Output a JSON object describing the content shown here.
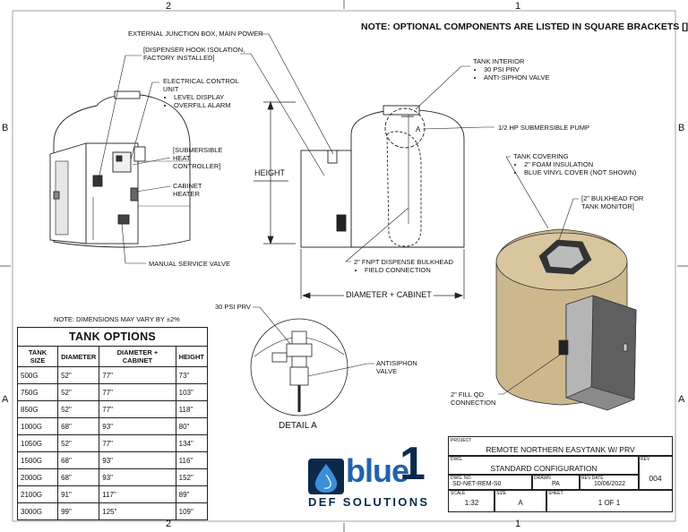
{
  "grid": {
    "top_left": "2",
    "top_right": "1",
    "bottom_left": "2",
    "bottom_right": "1",
    "left_upper": "B",
    "left_lower": "A",
    "right_upper": "B",
    "right_lower": "A"
  },
  "note_optional": "NOTE: OPTIONAL COMPONENTS ARE LISTED IN SQUARE BRACKETS [].",
  "annotations": {
    "junction_box": "EXTERNAL JUNCTION BOX, MAIN POWER",
    "dispenser_hook_1": "[DISPENSER HOOK ISOLATION,",
    "dispenser_hook_2": "FACTORY INSTALLED]",
    "control_unit_1": "ELECTRICAL CONTROL",
    "control_unit_2": "UNIT",
    "control_unit_items": [
      "LEVEL DISPLAY",
      "OVERFILL ALARM"
    ],
    "heat_controller_1": "[SUBMERSIBLE",
    "heat_controller_2": "HEAT",
    "heat_controller_3": "CONTROLLER]",
    "cabinet_heater_1": "CABINET",
    "cabinet_heater_2": "HEATER",
    "manual_valve": "MANUAL SERVICE VALVE",
    "tank_interior": "TANK INTERIOR",
    "tank_interior_items": [
      "30 PSI PRV",
      "ANTI-SIPHON VALVE"
    ],
    "pump": "1/2 HP SUBMERSIBLE PUMP",
    "tank_covering": "TANK COVERING",
    "tank_covering_items": [
      "2\" FOAM INSULATION",
      "BLUE VINYL COVER (NOT SHOWN)"
    ],
    "bulkhead_1": "[2\" BULKHEAD FOR",
    "bulkhead_2": "TANK MONITOR]",
    "height": "HEIGHT",
    "dispense_bulkhead": "2\" FNPT DISPENSE BULKHEAD",
    "dispense_bulkhead_items": [
      "FIELD CONNECTION"
    ],
    "diameter_cabinet": "DIAMETER + CABINET",
    "prv": "30 PSI PRV",
    "antisiphon_1": "ANTISIPHON",
    "antisiphon_2": "VALVE",
    "fill_qd_1": "2\" FILL QD",
    "fill_qd_2": "CONNECTION",
    "detail_a": "DETAIL A",
    "detail_mark": "A"
  },
  "dimensions_note": "NOTE: DIMENSIONS MAY VARY BY ±2%",
  "tank_options": {
    "title": "TANK OPTIONS",
    "headers": [
      "TANK SIZE",
      "DIAMETER",
      "DIAMETER + CABINET",
      "HEIGHT"
    ],
    "rows": [
      [
        "500G",
        "52\"",
        "77\"",
        "73\""
      ],
      [
        "750G",
        "52\"",
        "77\"",
        "103\""
      ],
      [
        "850G",
        "52\"",
        "77\"",
        "118\""
      ],
      [
        "1000G",
        "68\"",
        "93\"",
        "80\""
      ],
      [
        "1050G",
        "52\"",
        "77\"",
        "134\""
      ],
      [
        "1500G",
        "68\"",
        "93\"",
        "116\""
      ],
      [
        "2000G",
        "68\"",
        "93\"",
        "152\""
      ],
      [
        "2100G",
        "91\"",
        "117\"",
        "89\""
      ],
      [
        "3000G",
        "99\"",
        "125\"",
        "109\""
      ]
    ]
  },
  "logo": {
    "word": "blue",
    "numeral": "1",
    "tagline": "DEF SOLUTIONS"
  },
  "title_block": {
    "project_label": "PROJECT",
    "project": "REMOTE NORTHERN EASYTANK W/ PRV",
    "dwg_label": "DWG.",
    "dwg": "STANDARD CONFIGURATION",
    "rev_label": "REV",
    "rev": "004",
    "dwg_no_label": "DWG. NO.",
    "dwg_no": "SD-NET-REM-S0",
    "drawn_label": "DRAWN",
    "drawn": "PA",
    "rev_date_label": "REV DATE",
    "rev_date": "10/06/2022",
    "scale_label": "SCALE",
    "scale": "1:32",
    "size_label": "SIZE",
    "size": "A",
    "sheet_label": "SHEET",
    "sheet": "1 OF 1"
  },
  "colors": {
    "tank_tan": "#cdb88e",
    "cabinet_gray": "#6f6f6f",
    "logo_blue": "#1f63b0",
    "logo_dark": "#0b2a4a"
  }
}
